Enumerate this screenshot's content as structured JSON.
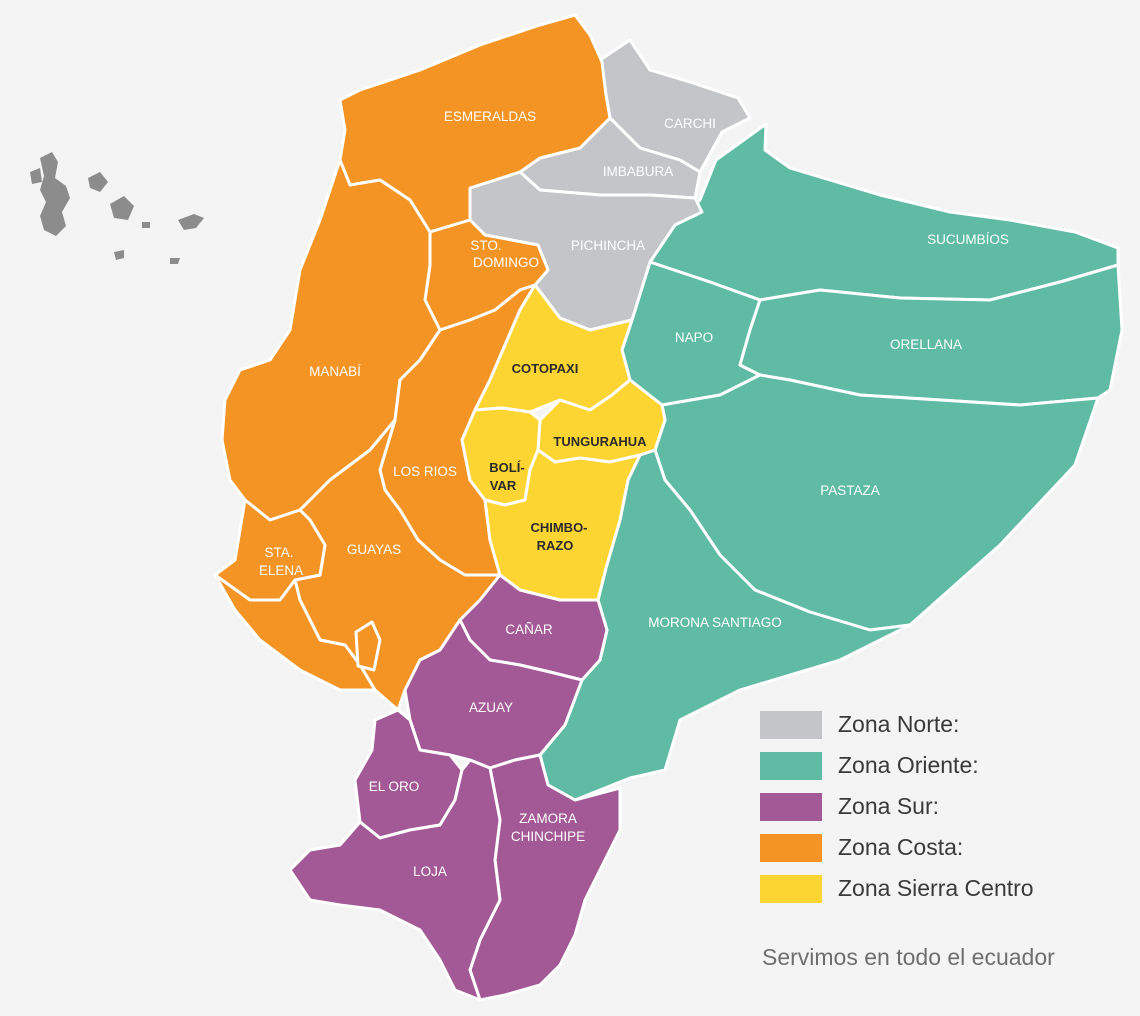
{
  "colors": {
    "norte": "#c3c5c8",
    "oriente": "#5fbba4",
    "sur": "#a35996",
    "costa": "#f39424",
    "sierra": "#fcd533",
    "galapagos": "#8c8c8c"
  },
  "provinces": {
    "esmeraldas": "ESMERALDAS",
    "carchi": "CARCHI",
    "imbabura": "IMBABURA",
    "sucumbios": "SUCUMBÍOS",
    "pichincha": "PICHINCHA",
    "sto_domingo_1": "STO.",
    "sto_domingo_2": "DOMINGO",
    "napo": "NAPO",
    "orellana": "ORELLANA",
    "manabi": "MANABÍ",
    "cotopaxi": "COTOPAXI",
    "tungurahua": "TUNGURAHUA",
    "bolivar_1": "BOLÍ-",
    "bolivar_2": "VAR",
    "los_rios": "LOS RIOS",
    "pastaza": "PASTAZA",
    "chimborazo_1": "CHIMBO-",
    "chimborazo_2": "RAZO",
    "sta_elena_1": "STA.",
    "sta_elena_2": "ELENA",
    "guayas": "GUAYAS",
    "canar": "CAÑAR",
    "morona": "MORONA SANTIAGO",
    "azuay": "AZUAY",
    "el_oro": "EL ORO",
    "zamora_1": "ZAMORA",
    "zamora_2": "CHINCHIPE",
    "loja": "LOJA"
  },
  "legend": [
    {
      "label": "Zona Norte:",
      "color": "#c3c5c8"
    },
    {
      "label": "Zona Oriente:",
      "color": "#5fbba4"
    },
    {
      "label": "Zona Sur:",
      "color": "#a35996"
    },
    {
      "label": "Zona Costa:",
      "color": "#f39424"
    },
    {
      "label": "Zona Sierra Centro",
      "color": "#fcd533"
    }
  ],
  "tagline": "Servimos en todo el ecuador"
}
